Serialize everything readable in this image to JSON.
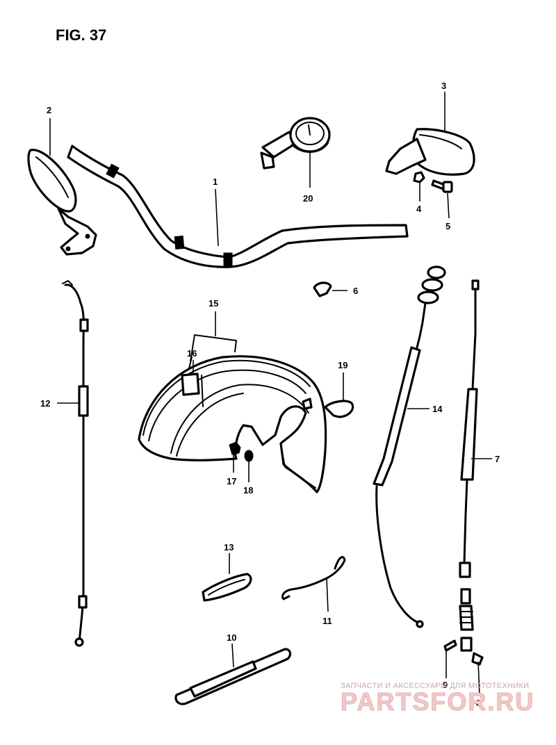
{
  "figure": {
    "title": "FIG. 37"
  },
  "callouts": [
    {
      "id": "2",
      "label": "2"
    },
    {
      "id": "1",
      "label": "1"
    },
    {
      "id": "20",
      "label": "20"
    },
    {
      "id": "3",
      "label": "3"
    },
    {
      "id": "4",
      "label": "4"
    },
    {
      "id": "5",
      "label": "5"
    },
    {
      "id": "6",
      "label": "6"
    },
    {
      "id": "15",
      "label": "15"
    },
    {
      "id": "16",
      "label": "16"
    },
    {
      "id": "19",
      "label": "19"
    },
    {
      "id": "14",
      "label": "14"
    },
    {
      "id": "12",
      "label": "12"
    },
    {
      "id": "7",
      "label": "7"
    },
    {
      "id": "17",
      "label": "17"
    },
    {
      "id": "18",
      "label": "18"
    },
    {
      "id": "13",
      "label": "13"
    },
    {
      "id": "11",
      "label": "11"
    },
    {
      "id": "10",
      "label": "10"
    },
    {
      "id": "9",
      "label": "9"
    },
    {
      "id": "8",
      "label": "8"
    }
  ],
  "watermark": {
    "tagline": "ЗАПЧАСТИ И АКСЕССУАРЫ ДЛЯ МОТОТЕХНИКИ",
    "brand": "PARTSFOR.RU"
  },
  "colors": {
    "line": "#000000",
    "background": "#ffffff",
    "watermark": "#f2c9c9"
  }
}
